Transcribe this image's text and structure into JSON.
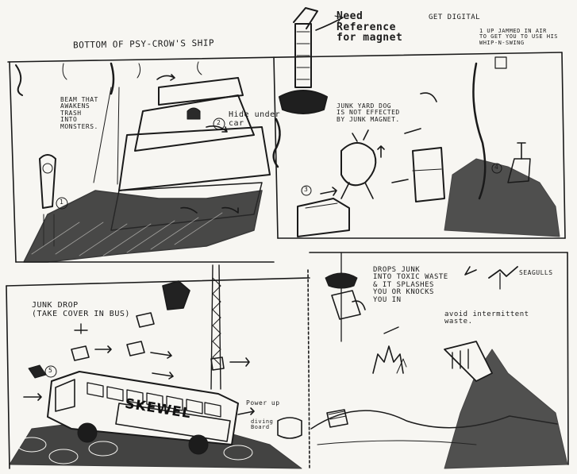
{
  "notes": {
    "top_left_title": "BOTTOM OF PSY-CROW'S SHIP",
    "beam": "BEAM THAT\nAWAKENS\nTRASH\nINTO\nMONSTERS.",
    "hide": "Hide under\ncar",
    "need_ref": "Need\nReference\nfor magnet",
    "get_digital": "GET DIGITAL",
    "jump_note": "1 UP jammed in air\nto get you to use his\nWHIP-N-SWING",
    "junk_yard_dog": "JUNK YARD DOG\nIS NOT EFFECTED\nBY JUNK MAGNET.",
    "junk_drop": "JUNK DROP\n(TAKE COVER IN BUS)",
    "drops_junk": "DROPS JUNK\nINTO TOXIC WASTE\n& IT SPLASHES\nYOU OR KNOCKS\nYOU IN",
    "seagulls": "SEAGULLS",
    "avoid": "avoid intermittent\nwaste.",
    "power_up": "Power up",
    "diving_board": "diving\nBoard"
  },
  "bus_label": "SKEWEL",
  "markers": [
    "1",
    "2",
    "3",
    "4",
    "5"
  ]
}
